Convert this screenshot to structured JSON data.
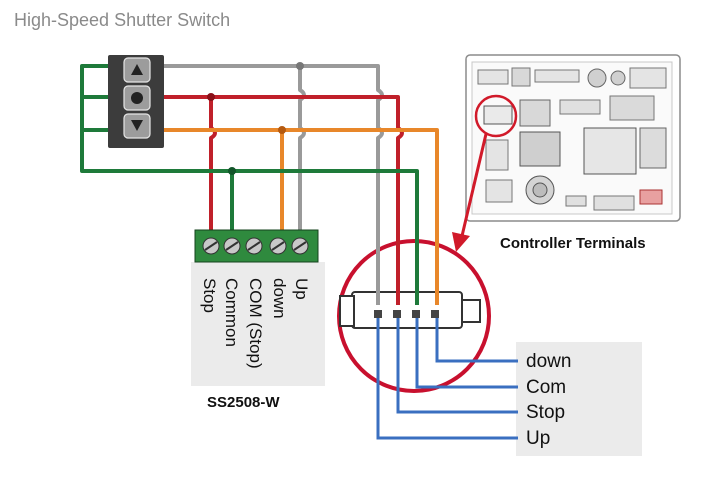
{
  "title": "High-Speed Shutter Switch",
  "controller_caption": "Controller Terminals",
  "switch_model": "SS2508-W",
  "switch_buttons": [
    "up-arrow",
    "stop-circle",
    "down-arrow"
  ],
  "terminal_labels": [
    "Stop",
    "Common",
    "COM (Stop)",
    "down",
    "Up"
  ],
  "controller_labels": [
    "down",
    "Com",
    "Stop",
    "Up"
  ],
  "colors": {
    "grey": "#9a9a9a",
    "red": "#c0202a",
    "orange": "#e8872a",
    "green": "#1e7a3a",
    "blue": "#3a6fc0",
    "panel": "#ebebeb",
    "highlight": "#d11a2a"
  }
}
